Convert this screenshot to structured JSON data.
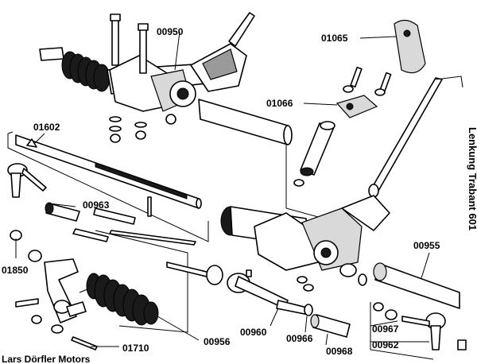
{
  "title": "Lenkung Trabant 601",
  "credit": "Lars Dörfler Motors",
  "parts": {
    "p00950": "00950",
    "p01065": "01065",
    "p01066": "01066",
    "p01602": "01602",
    "p00963": "00963",
    "p01850": "01850",
    "p00955": "00955",
    "p00956": "00956",
    "p00960": "00960",
    "p00966": "00966",
    "p00968": "00968",
    "p00967": "00967",
    "p00962": "00962",
    "p01710": "01710"
  }
}
